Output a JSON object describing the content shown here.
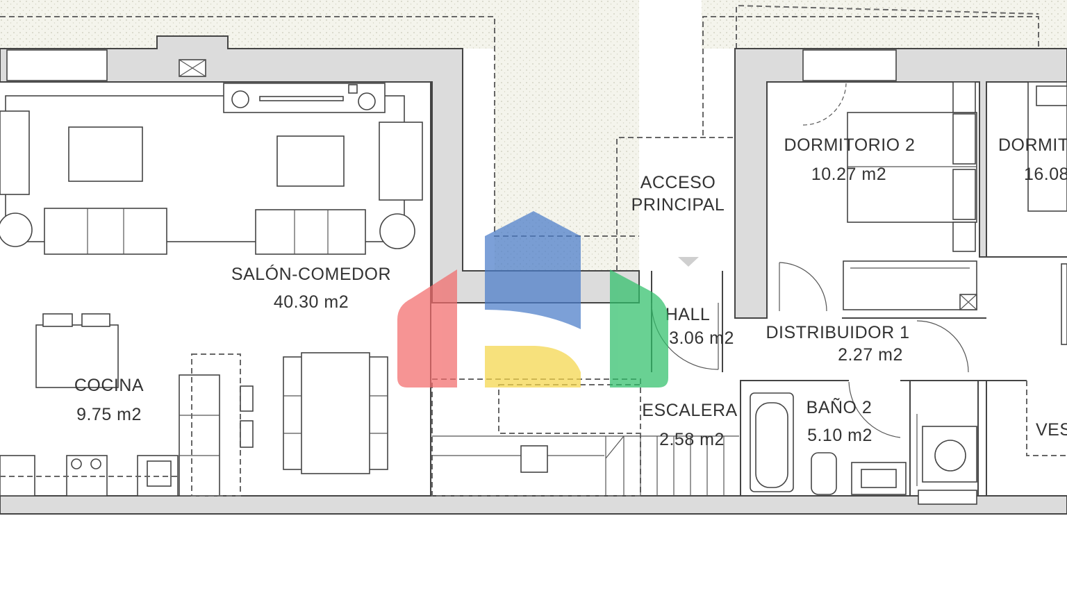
{
  "rooms": {
    "salon": {
      "name": "SALÓN-COMEDOR",
      "area": "40.30 m2"
    },
    "cocina": {
      "name": "COCINA",
      "area": "9.75 m2"
    },
    "acceso": {
      "name_line1": "ACCESO",
      "name_line2": "PRINCIPAL"
    },
    "hall": {
      "name": "HALL",
      "area": "3.06 m2"
    },
    "escalera": {
      "name": "ESCALERA",
      "area": "2.58 m2"
    },
    "dormitorio2": {
      "name": "DORMITORIO 2",
      "area": "10.27 m2"
    },
    "dormitorio_partial": {
      "name": "DORMIT",
      "area": "16.08"
    },
    "distribuidor": {
      "name": "DISTRIBUIDOR 1",
      "area": "2.27 m2"
    },
    "bano2": {
      "name": "BAÑO 2",
      "area": "5.10 m2"
    },
    "vestidor_partial": {
      "name": "VES"
    }
  },
  "watermark": {
    "icon": "company-logo-watermark",
    "colors": [
      "#f26b6b",
      "#4a7cc9",
      "#f5d64a",
      "#2fbf6a"
    ]
  },
  "colors": {
    "wall_fill": "#dcdcdc",
    "line": "#444444",
    "gravel": "#eeeee2"
  }
}
